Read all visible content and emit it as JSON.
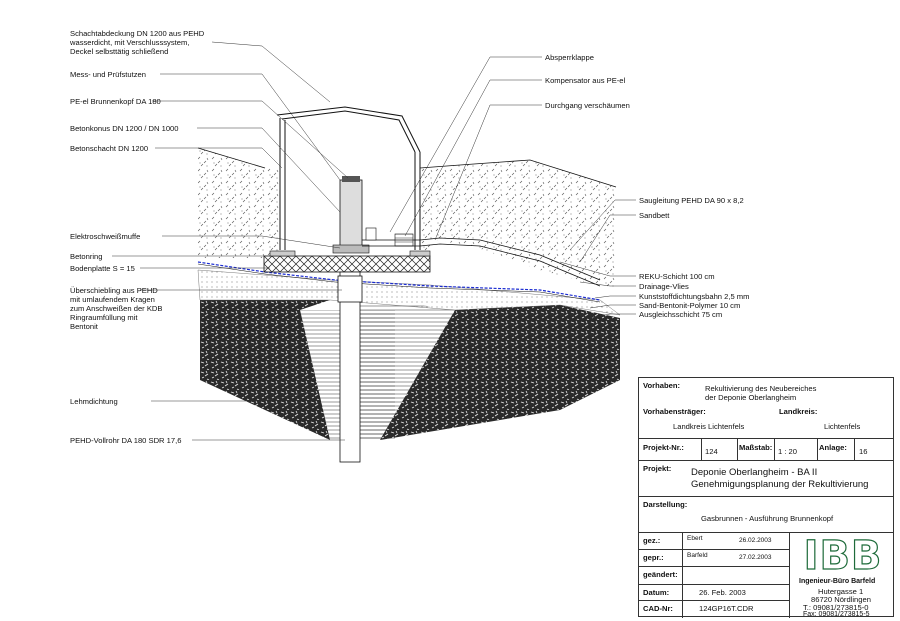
{
  "labels_left": {
    "schachtabdeckung": [
      "Schachtabdeckung DN 1200 aus PEHD",
      "wasserdicht, mit Verschlusssystem,",
      "Deckel selbsttätig schließend"
    ],
    "mess": "Mess- und Prüfstutzen",
    "brunnenkopf": "PE-el Brunnenkopf DA 180",
    "betonkonus": "Betonkonus DN 1200 / DN 1000",
    "betonschacht": "Betonschacht DN 1200",
    "elektroschweiss": "Elektroschweißmuffe",
    "betonring": "Betonring",
    "bodenplatte": "Bodenplatte S = 15",
    "ueberschiebling": [
      "Überschiebling aus PEHD",
      "mit umlaufendem Kragen",
      "zum Anschweißen der KDB",
      "Ringraumfüllung mit",
      "Bentonit"
    ],
    "lehmdichtung": "Lehmdichtung",
    "vollrohr": "PEHD-Vollrohr DA 180 SDR 17,6"
  },
  "labels_right": {
    "absperrklappe": "Absperrklappe",
    "kompensator": "Kompensator aus PE-el",
    "durchgang": "Durchgang verschäumen",
    "saugleitung": "Saugleitung PEHD DA 90 x 8,2",
    "sandbett": "Sandbett",
    "reku": "REKU-Schicht 100 cm",
    "drainage": "Drainage-Vlies",
    "kunststoff": "Kunststoffdichtungsbahn 2,5 mm",
    "sand_bentonit": "Sand-Bentonit-Polymer 10 cm",
    "ausgleich": "Ausgleichsschicht 75 cm"
  },
  "title_block": {
    "vorhaben_label": "Vorhaben:",
    "vorhaben": [
      "Rekultivierung des Neubereiches",
      "der Deponie Oberlangheim"
    ],
    "traeger_label": "Vorhabensträger:",
    "traeger": "Landkreis Lichtenfels",
    "landkreis_label": "Landkreis:",
    "landkreis": "Lichtenfels",
    "projekt_nr_label": "Projekt-Nr.:",
    "projekt_nr": "124",
    "massstab_label": "Maßstab:",
    "massstab": "1 : 20",
    "anlage_label": "Anlage:",
    "anlage": "16",
    "projekt_label": "Projekt:",
    "projekt": [
      "Deponie Oberlangheim -  BA II",
      "Genehmigungsplanung der Rekultivierung"
    ],
    "darstellung_label": "Darstellung:",
    "darstellung": "Gasbrunnen - Ausführung Brunnenkopf",
    "gez_label": "gez.:",
    "gez_name": "Ebert",
    "gez_date": "26.02.2003",
    "gepr_label": "gepr.:",
    "gepr_name": "Barfeld",
    "gepr_date": "27.02.2003",
    "geaendert_label": "geändert:",
    "datum_label": "Datum:",
    "datum": "26. Feb. 2003",
    "cad_label": "CAD-Nr:",
    "cad": "124GP16T.CDR"
  },
  "company": {
    "logo_text": "IBB",
    "name": "Ingenieur-Büro Barfeld",
    "street": "Hutergasse 1",
    "city": "86720 Nördlingen",
    "tel": "T.:     09081/273815-0",
    "fax": "Fax: 09081/273815-5"
  },
  "colors": {
    "liner": "#1a2bd1",
    "line": "#111111"
  }
}
